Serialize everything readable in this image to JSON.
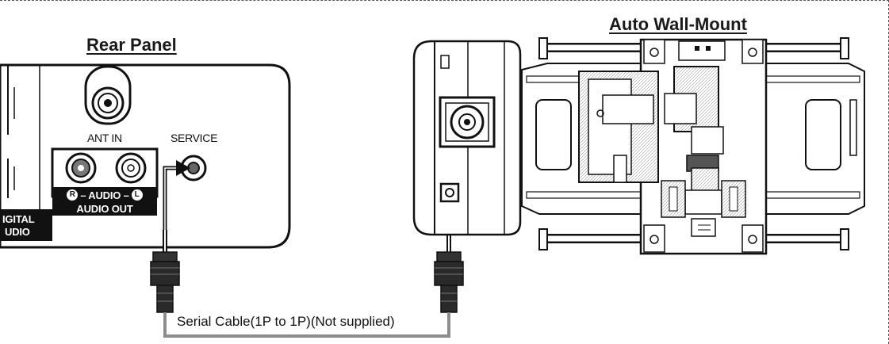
{
  "titles": {
    "rear_panel": "Rear Panel",
    "auto_wall_mount": "Auto Wall-Mount"
  },
  "rear_panel": {
    "ant_in": "ANT IN",
    "service": "SERVICE",
    "audio_channels": "– AUDIO –",
    "audio_r": "R",
    "audio_l": "L",
    "audio_out": "AUDIO OUT",
    "digital_line1": "IGITAL",
    "digital_line2": "UDIO"
  },
  "cable": {
    "label": "Serial Cable(1P to 1P)(Not supplied)"
  },
  "colors": {
    "line": "#111111",
    "cable_gray": "#8c8c8c",
    "connector": "#2a2a2a",
    "panel_fill": "#ffffff",
    "label_bg": "#111111"
  }
}
